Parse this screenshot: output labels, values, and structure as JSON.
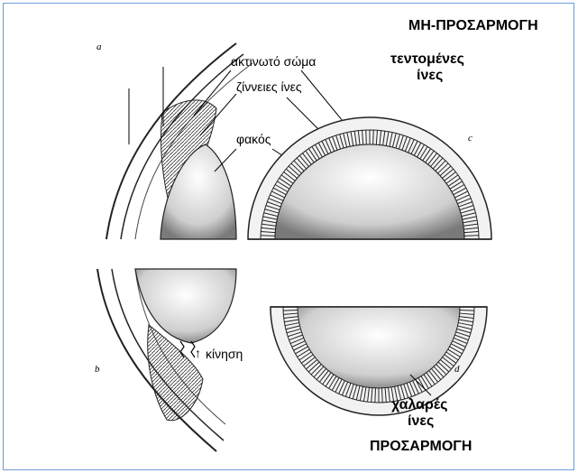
{
  "titles": {
    "non_accommodation": "ΜΗ-ΠΡΟΣΑΡΜΟΓΗ",
    "accommodation": "ΠΡΟΣΑΡΜΟΓΗ"
  },
  "labels": {
    "ciliary_body": "ακτινωτό σώμα",
    "zonular_fibers": "ζίννειες ίνες",
    "lens": "φακός",
    "movement": "κίνηση",
    "movement_arrow": "↑",
    "tense_fibers_line1": "τεντομένες",
    "tense_fibers_line2": "ίνες",
    "relaxed_fibers_line1": "χαλαρές",
    "relaxed_fibers_line2": "ίνες"
  },
  "panel_tags": {
    "a": "a",
    "b": "b",
    "c": "c",
    "d": "d"
  },
  "colors": {
    "border": "#6a9bd8",
    "ink": "#1a1a1a"
  }
}
